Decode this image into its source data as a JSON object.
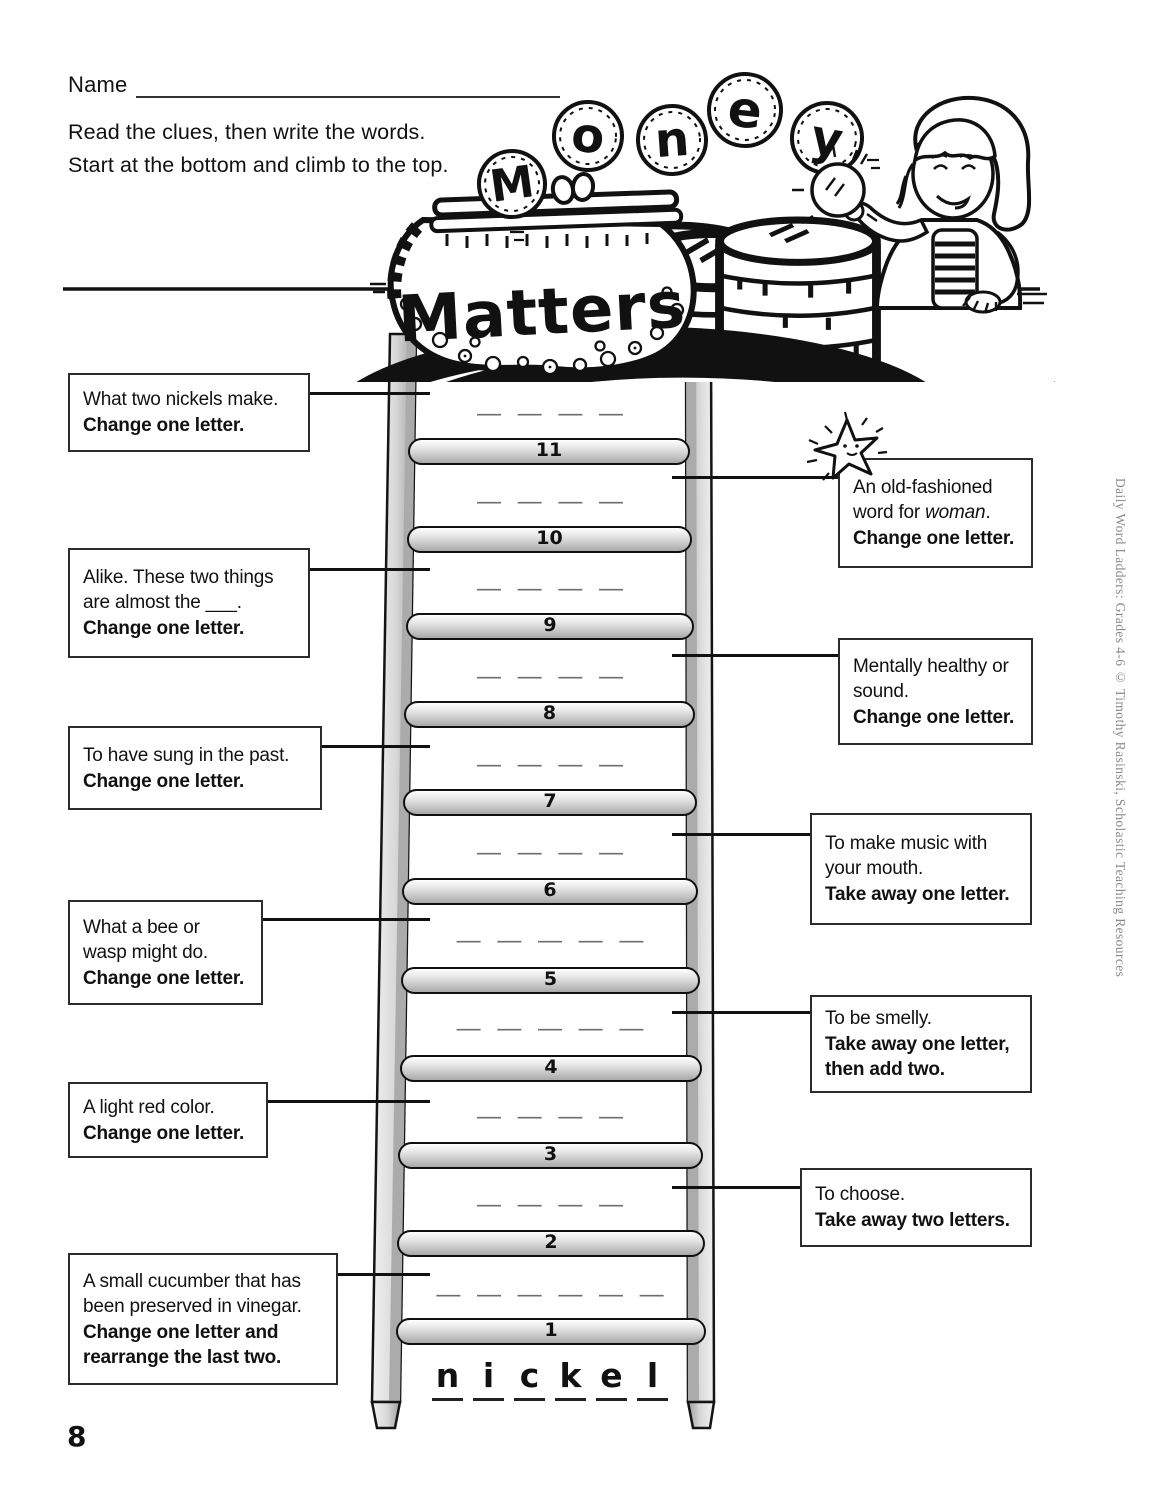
{
  "header": {
    "name_label": "Name",
    "instructions_line1": "Read the clues, then write the words.",
    "instructions_line2": "Start at the bottom and climb to the top."
  },
  "illustration": {
    "coin_letters": [
      "M",
      "o",
      "n",
      "e",
      "y"
    ],
    "purse_word": "Matters"
  },
  "ladder": {
    "start_word": "nickel",
    "rungs": [
      {
        "number": "1",
        "blank": "— — — — — —"
      },
      {
        "number": "2",
        "blank": "— — — —"
      },
      {
        "number": "3",
        "blank": "— — — —"
      },
      {
        "number": "4",
        "blank": "— — — — —"
      },
      {
        "number": "5",
        "blank": "— — — — —"
      },
      {
        "number": "6",
        "blank": "— — — —"
      },
      {
        "number": "7",
        "blank": "— — — —"
      },
      {
        "number": "8",
        "blank": "— — — —"
      },
      {
        "number": "9",
        "blank": "— — — —"
      },
      {
        "number": "10",
        "blank": "— — — —"
      },
      {
        "number": "11",
        "blank": "— — — —"
      }
    ]
  },
  "clues_left": [
    {
      "clue": "What two nickels make.",
      "instruction": "Change one letter."
    },
    {
      "clue": "Alike. These two things are almost the ___.",
      "instruction": "Change one letter."
    },
    {
      "clue": "To have sung in the past.",
      "instruction": "Change one letter."
    },
    {
      "clue": "What a bee or wasp might do.",
      "instruction": "Change one letter."
    },
    {
      "clue": "A light red color.",
      "instruction": "Change one letter."
    },
    {
      "clue": "A small cucumber that has been preserved in vinegar.",
      "instruction": "Change one letter and rearrange the last two."
    }
  ],
  "clues_right": [
    {
      "clue_start": "An old-fashioned word for ",
      "clue_italic": "woman",
      "clue_end": ".",
      "instruction": "Change one letter."
    },
    {
      "clue": "Mentally healthy or sound.",
      "instruction": "Change one letter."
    },
    {
      "clue": "To make music with your mouth.",
      "instruction": "Take away one letter."
    },
    {
      "clue": "To be smelly.",
      "instruction": "Take away one letter, then add two."
    },
    {
      "clue": "To choose.",
      "instruction": "Take away two letters."
    }
  ],
  "sidebar": {
    "credit": "Daily Word Ladders: Grades 4-6 © Timothy Rasinski, Scholastic Teaching Resources"
  },
  "footer": {
    "page_number": "8"
  }
}
